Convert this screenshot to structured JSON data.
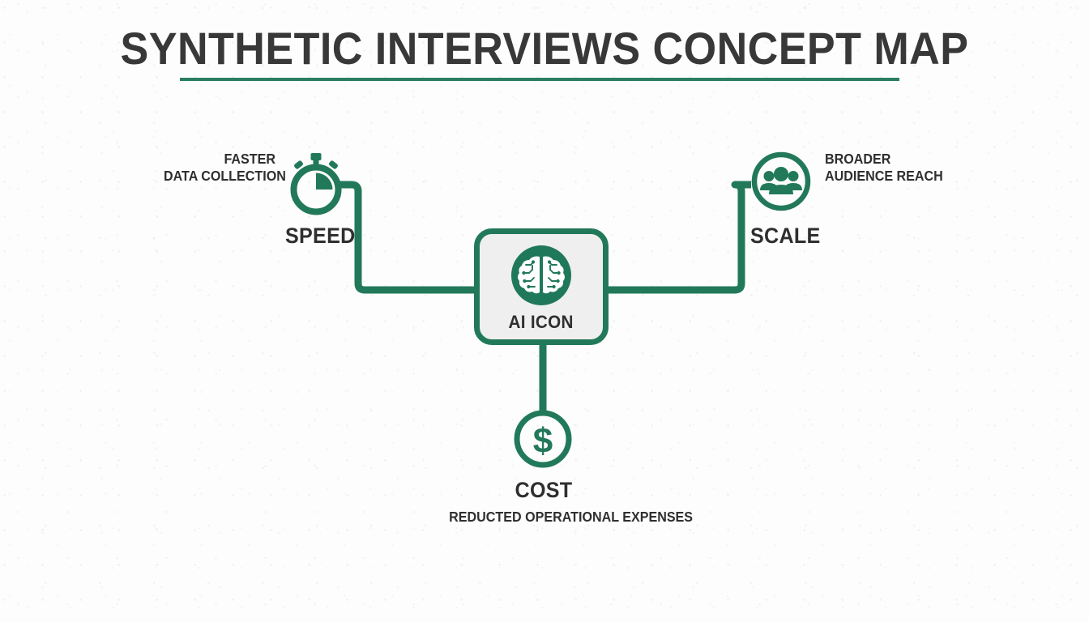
{
  "page": {
    "title": "SYNTHETIC INTERVIEWS CONCEPT MAP",
    "background_color": "#fdfdfd",
    "accent_color": "#22795a",
    "text_color": "#2f2f2f",
    "box_fill_color": "#efefef"
  },
  "center": {
    "label": "AI ICON",
    "icon": "brain-icon"
  },
  "nodes": {
    "speed": {
      "title": "SPEED",
      "description_line1": "FASTER",
      "description_line2": "DATA COLLECTION",
      "icon": "stopwatch-icon"
    },
    "scale": {
      "title": "SCALE",
      "description_line1": "BROADER",
      "description_line2": "AUDIENCE REACH",
      "icon": "people-group-icon"
    },
    "cost": {
      "title": "COST",
      "description_line1": "REDUCTED OPERATIONAL EXPENSES",
      "description_line2": "",
      "icon": "dollar-circle-icon"
    }
  },
  "connectors": [
    {
      "name": "speed-to-center",
      "from": "speed",
      "to": "center"
    },
    {
      "name": "scale-to-center",
      "from": "scale",
      "to": "center"
    },
    {
      "name": "center-to-cost",
      "from": "center",
      "to": "cost"
    }
  ]
}
